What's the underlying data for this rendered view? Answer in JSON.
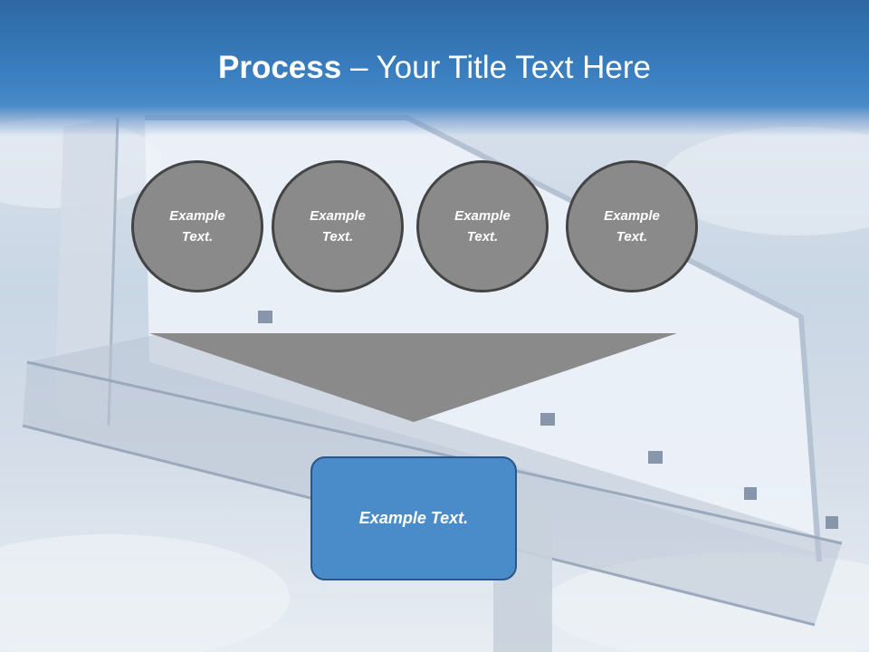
{
  "title": {
    "bold": "Process",
    "rest": " – Your Title Text Here"
  },
  "steps": [
    {
      "label": "Example Text."
    },
    {
      "label": "Example Text."
    },
    {
      "label": "Example Text."
    },
    {
      "label": "Example Text."
    }
  ],
  "result": {
    "label": "Example Text."
  },
  "colors": {
    "title_bar": "#3a7fc0",
    "circle_fill": "#8a8a8a",
    "circle_border": "#444444",
    "funnel": "#8a8a8a",
    "result_fill": "#4a8bc9",
    "result_border": "#2a5588"
  }
}
